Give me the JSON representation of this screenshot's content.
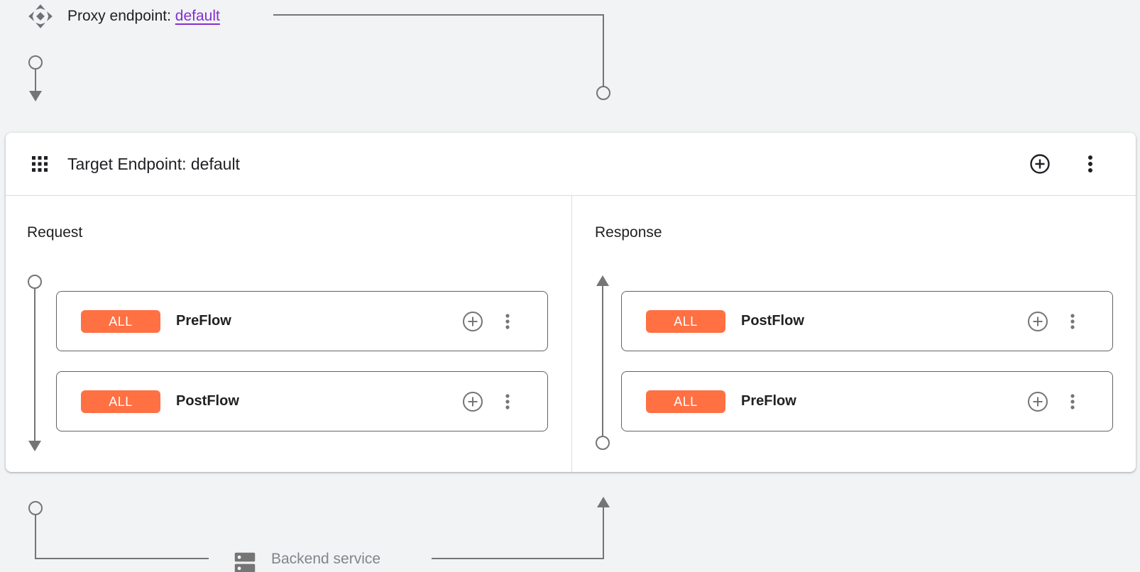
{
  "proxy_endpoint": {
    "label": "Proxy endpoint:",
    "link_text": "default"
  },
  "target_endpoint": {
    "title": "Target Endpoint: default"
  },
  "request_panel": {
    "title": "Request",
    "flows": [
      {
        "badge": "ALL",
        "name": "PreFlow"
      },
      {
        "badge": "ALL",
        "name": "PostFlow"
      }
    ]
  },
  "response_panel": {
    "title": "Response",
    "flows": [
      {
        "badge": "ALL",
        "name": "PostFlow"
      },
      {
        "badge": "ALL",
        "name": "PreFlow"
      }
    ]
  },
  "backend_service": {
    "label": "Backend service"
  },
  "icons": {
    "proxy_endpoint_icon": "mediation-diamond-arrows",
    "target_endpoint_icon": "apps-grid-3x3",
    "add_button_icon": "plus-circle",
    "menu_icon": "kebab-vertical-dots",
    "backend_service_icon": "dns-server-stack",
    "connector_start": "circle",
    "connector_end": "arrowhead"
  },
  "colors": {
    "background": "#F1F3F4",
    "surface": "#FFFFFF",
    "badge_orange": "#FF7043",
    "link_purple": "#8430CE",
    "connector_gray": "#757575",
    "card_border_gray": "#5F6368",
    "divider_gray": "#DADCE0",
    "text_primary": "#202124",
    "text_secondary": "#80868B"
  }
}
